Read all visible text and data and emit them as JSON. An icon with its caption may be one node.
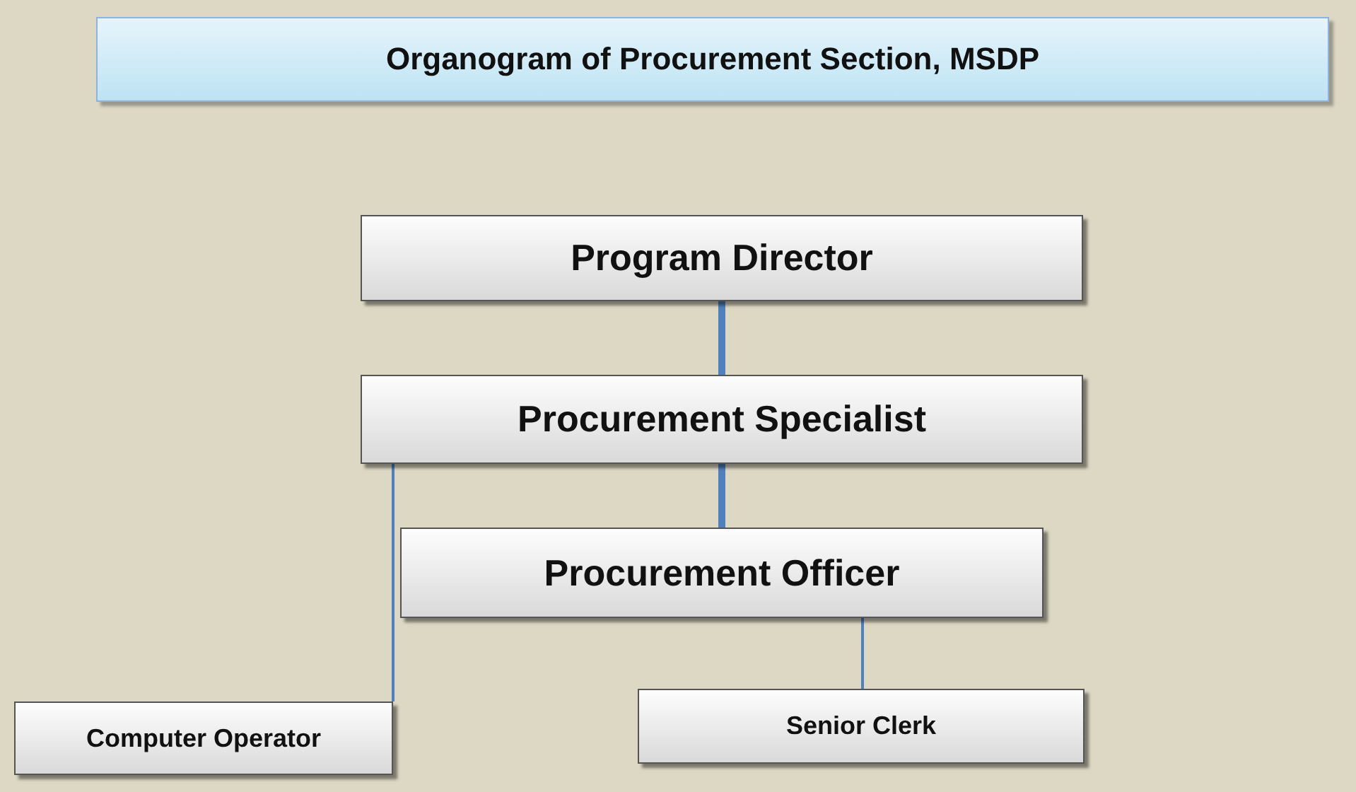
{
  "diagram": {
    "title": "Organogram of Procurement Section, MSDP",
    "nodes": [
      {
        "text": [
          "Program Director"
        ]
      },
      {
        "text": [
          "Procurement Specialist"
        ]
      },
      {
        "text": [
          "Procurement Officer"
        ]
      },
      {
        "text": [
          "Computer Operator"
        ]
      },
      {
        "text": [
          "Senior Clerk"
        ]
      }
    ],
    "edges": [
      {
        "from": 0,
        "to": 1,
        "arrow": "none",
        "style": "thick"
      },
      {
        "from": 1,
        "to": 2,
        "arrow": "none",
        "style": "thick"
      },
      {
        "from": 1,
        "to": 3,
        "arrow": "none"
      },
      {
        "from": 2,
        "to": 4,
        "arrow": "none"
      }
    ]
  }
}
